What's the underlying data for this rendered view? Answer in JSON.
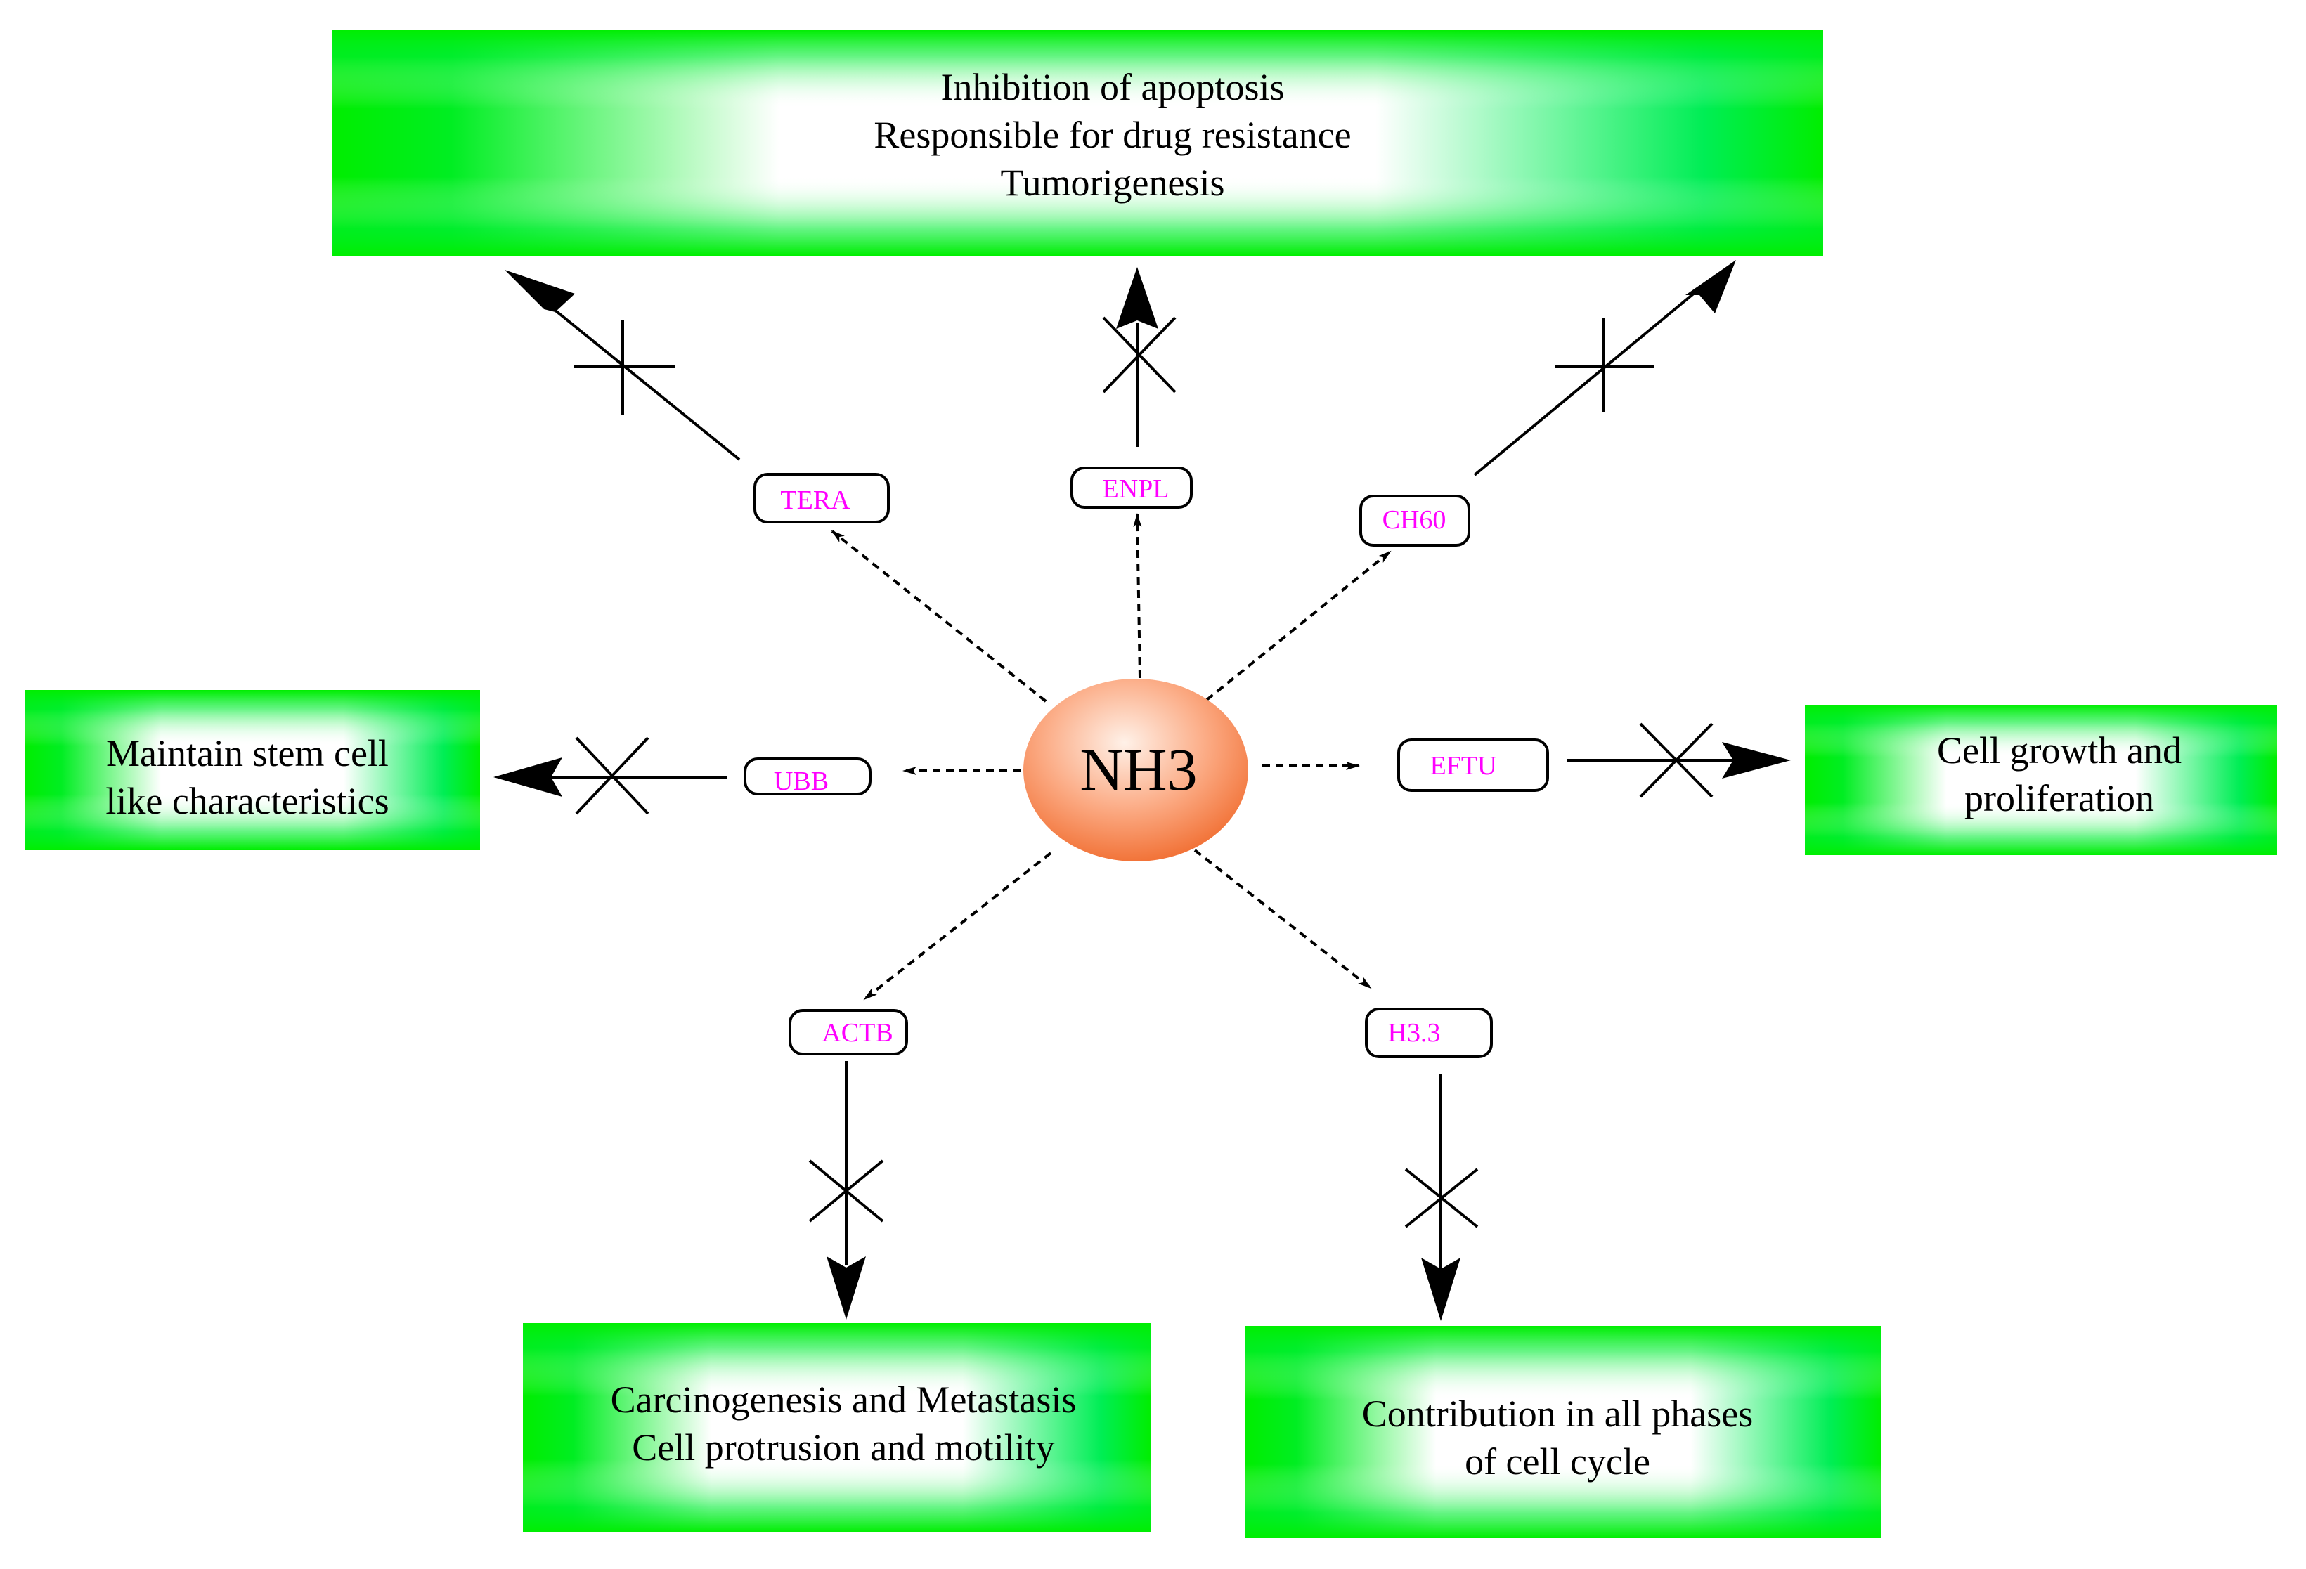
{
  "center": {
    "label": "NH3"
  },
  "colors": {
    "box_edge": "#00ee00",
    "box_mid": "#00f07a",
    "box_center": "#ffffff",
    "node_text": "#ff00ff",
    "center_light": "#ffe0cc",
    "center_dark": "#f57035",
    "line": "#000000"
  },
  "nodes": {
    "tera": "TERA",
    "enpl": "ENPL",
    "ch60": "CH60",
    "ubb": "UBB",
    "eftu": "EFTU",
    "actb": "ACTB",
    "h33": "H3.3"
  },
  "boxes": {
    "top": [
      "Inhibition of apoptosis",
      "Responsible for drug resistance",
      "Tumorigenesis"
    ],
    "left": [
      "Maintain stem cell",
      "like characteristics"
    ],
    "right": [
      "Cell growth and",
      "proliferation"
    ],
    "bottom_left": [
      "Carcinogenesis and Metastasis",
      "Cell protrusion and motility"
    ],
    "bottom_right": [
      "Contribution in all phases",
      "of cell cycle"
    ]
  }
}
